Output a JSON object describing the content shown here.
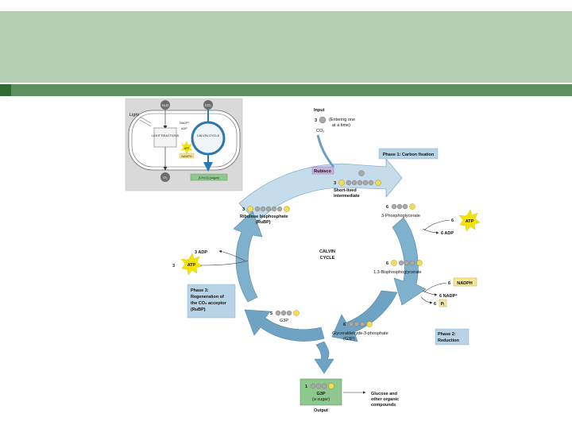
{
  "colors": {
    "header_band": "#b2cfb3",
    "header_stripe": "#5c8f5e",
    "accent": "#2f6a33",
    "cycle_arrow": "#7fb0cc",
    "phase_box": "#b8d3e6",
    "atp_burst": "#f5e400",
    "nadph_box": "#f6e79a",
    "output_box": "#8fc88f",
    "carbon_ball": "#a9a9a9",
    "phosphate": "#f3dd55"
  },
  "inset": {
    "h2o": "H₂O",
    "co2": "CO₂",
    "light": "Light",
    "nadp_plus": "NADP⁺",
    "adp": "ADP",
    "light_reactions": "LIGHT REACTIONS",
    "atp": "ATP",
    "nadph": "NADPH",
    "calvin_cycle": "CALVIN CYCLE",
    "o2": "O₂",
    "sugar": "[CH₂O] (sugar)"
  },
  "input": {
    "title": "Input",
    "count": "3",
    "label_line1": "(Entering one",
    "label_line2": "at a time)",
    "molecule": "CO₂"
  },
  "phase1": "Phase 1: Carbon fixation",
  "phase2": {
    "line1": "Phase 2:",
    "line2": "Reduction"
  },
  "phase3": {
    "line1": "Phase 3:",
    "line2": "Regeneration of",
    "line3": "the CO₂ acceptor",
    "line4": "(RuBP)"
  },
  "rubisco": "Rubisco",
  "intermediate": {
    "count": "3",
    "line1": "Short-lived",
    "line2": "intermediate"
  },
  "rubp": {
    "count": "3",
    "line1": "Ribulose bisphosphate",
    "line2": "(RuBP)"
  },
  "pga": {
    "count": "6",
    "label": "3-Phosphoglycerate"
  },
  "atp_in": {
    "count": "6",
    "label": "ATP"
  },
  "adp_out": {
    "count": "6",
    "label": "6 ADP"
  },
  "bpg": {
    "count": "6",
    "label": "1,3-Bisphosphoglycerate"
  },
  "nadph_in": {
    "count": "6",
    "label": "NADPH"
  },
  "nadp_out": {
    "label": "6 NADP⁺"
  },
  "pi_out": {
    "count": "6",
    "label": "Pᵢ"
  },
  "g3p_cycle": {
    "count": "6",
    "line1": "Glyceraldehyde-3-phosphate",
    "line2": "(G3P)"
  },
  "g3p_recycle": {
    "count": "5",
    "label": "G3P"
  },
  "regen_adp": {
    "label": "3 ADP"
  },
  "regen_atp": {
    "count": "3",
    "label": "ATP"
  },
  "center": {
    "line1": "CALVIN",
    "line2": "CYCLE"
  },
  "output": {
    "count": "1",
    "line1": "G3P",
    "line2": "(a sugar)",
    "title": "Output",
    "product_line1": "Glucose and",
    "product_line2": "other organic",
    "product_line3": "compounds"
  },
  "phosphate_symbol": "P"
}
